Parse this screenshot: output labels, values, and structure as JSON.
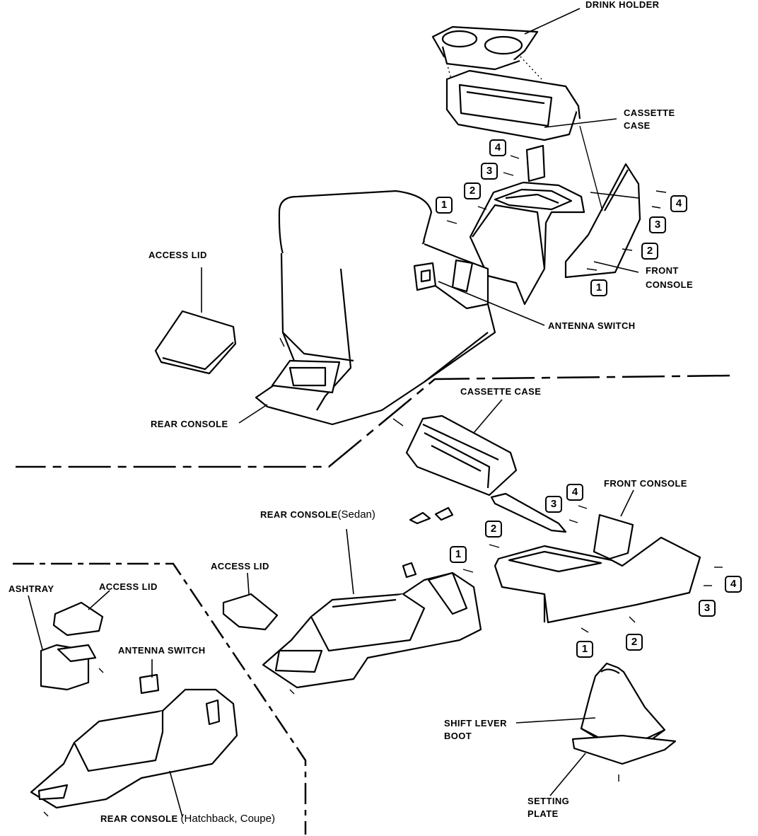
{
  "labels": {
    "drink_holder": "DRINK HOLDER",
    "cassette_case_top_l1": "CASSETTE",
    "cassette_case_top_l2": "CASE",
    "access_lid_top": "ACCESS LID",
    "front_console_top_l1": "FRONT",
    "front_console_top_l2": "CONSOLE",
    "antenna_switch_top": "ANTENNA SWITCH",
    "rear_console_top": "REAR CONSOLE",
    "cassette_case_mid": "CASSETTE CASE",
    "front_console_mid": "FRONT CONSOLE",
    "rear_console_sedan": "REAR CONSOLE",
    "rear_console_sedan_sub": "(Sedan)",
    "access_lid_mid": "ACCESS LID",
    "ashtray": "ASHTRAY",
    "access_lid_left": "ACCESS LID",
    "antenna_switch_left": "ANTENNA SWITCH",
    "shift_lever_boot_l1": "SHIFT LEVER",
    "shift_lever_boot_l2": "BOOT",
    "setting_plate_l1": "SETTING",
    "setting_plate_l2": "PLATE",
    "rear_console_hatch": "REAR CONSOLE",
    "rear_console_hatch_sub": "(Hatchback, Coupe)"
  },
  "screw_numbers": {
    "top_1": "1",
    "top_2": "2",
    "top_3": "3",
    "top_4": "4",
    "right_4": "4",
    "right_3": "3",
    "right_2": "2",
    "right_1": "1",
    "mid_4": "4",
    "mid_3": "3",
    "mid_2": "2",
    "mid_1": "1",
    "mid_r4": "4",
    "mid_r3": "3",
    "mid_b1": "1",
    "mid_b2": "2"
  }
}
